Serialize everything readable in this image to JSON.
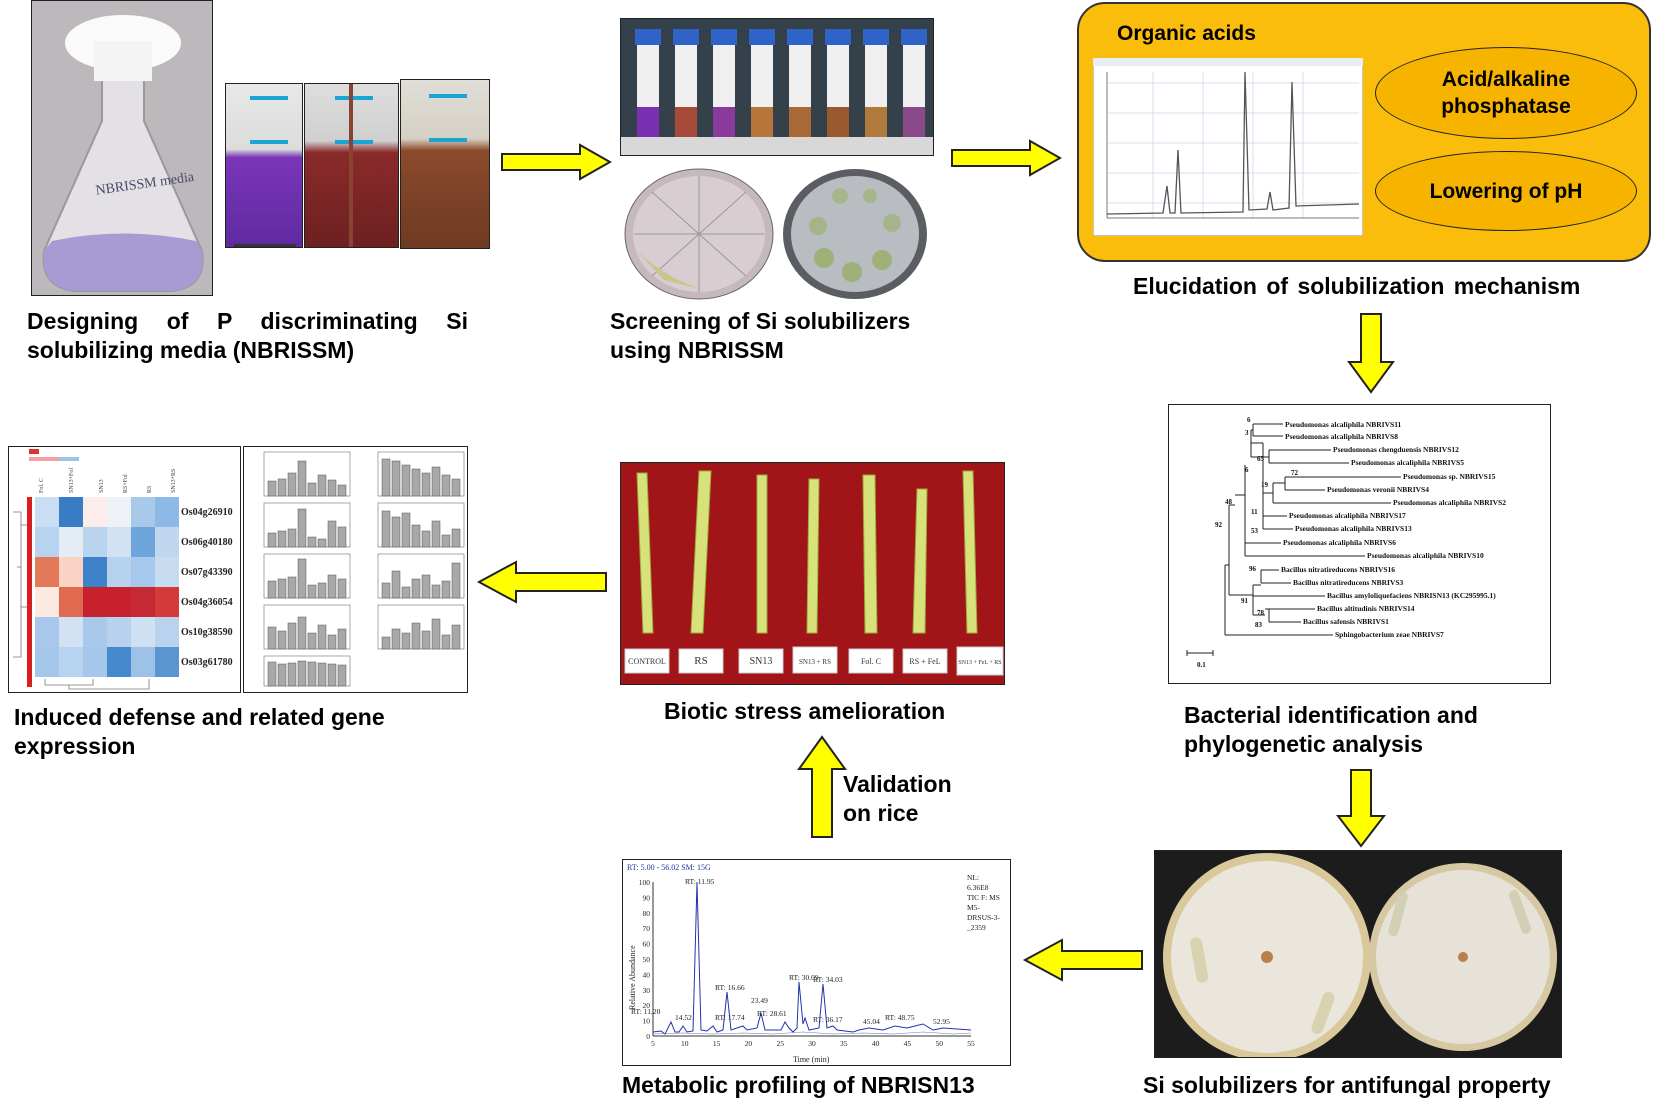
{
  "steps": {
    "media_design": {
      "caption": "Designing of P discriminating Si solubilizing media (NBRISSM)",
      "flask_label": "NBRISSM media"
    },
    "screening": {
      "caption_line1": "Screening of Si solubilizers",
      "caption_line2": "using NBRISSM"
    },
    "mechanism": {
      "caption": "Elucidation of solubilization mechanism",
      "panel_title": "Organic acids",
      "ellipse1": "Acid/alkaline phosphatase",
      "ellipse2": "Lowering of pH",
      "colors": {
        "panel_fill": "#fbbd0b",
        "ellipse_fill": "#f6b300"
      }
    },
    "phylogeny": {
      "caption_line1": "Bacterial identification and",
      "caption_line2": "phylogenetic analysis",
      "taxa": [
        "Pseudomonas alcaliphila NBRIVS11",
        "Pseudomonas alcaliphila NBRIVS8",
        "Pseudomonas chengduensis NBRIVS12",
        "Pseudomonas alcaliphila NBRIVS5",
        "Pseudomonas sp. NBRIVS15",
        "Pseudomonas veronii NBRIVS4",
        "Pseudomonas alcaliphila NBRIVS2",
        "Pseudomonas alcaliphila NBRIVS17",
        "Pseudomonas alcaliphila NBRIVS13",
        "Pseudomonas alcaliphila NBRIVS6",
        "Pseudomonas alcaliphila NBRIVS10",
        "Bacillus nitratireducens NBRIVS16",
        "Bacillus nitratireducens NBRIVS3",
        "Bacillus amyloliquefaciens NBRISN13 (KC295995.1)",
        "Bacillus altitudinis NBRIVS14",
        "Bacillus safensis NBRIVS1",
        "Sphingobacterium zeae NBRIVS7"
      ],
      "bootstrap": [
        "6",
        "3",
        "65",
        "72",
        "6",
        "19",
        "11",
        "53",
        "48",
        "92",
        "96",
        "91",
        "78",
        "83"
      ],
      "scale_label": "0.1"
    },
    "antifungal": {
      "caption": "Si solubilizers for antifungal property"
    },
    "metabolic": {
      "caption": "Metabolic profiling of NBRISN13",
      "header": "RT: 5.00 - 56.02  SM: 15G",
      "nl_lines": [
        "NL:",
        "6.36E8",
        "TIC F: MS",
        "M5-",
        "DRSUS-3-",
        "_2359"
      ],
      "y_label": "Relative Abundance",
      "x_label": "Time (min)",
      "y_ticks": [
        "100",
        "90",
        "80",
        "70",
        "60",
        "50",
        "40",
        "30",
        "20",
        "10",
        "0"
      ],
      "x_ticks": [
        "5",
        "10",
        "15",
        "20",
        "25",
        "30",
        "35",
        "40",
        "45",
        "50",
        "55"
      ],
      "peak_labels": [
        "RT: 11.95",
        "RT: 11.20",
        "14.52",
        "RT: 16.66",
        "RT: 17.74",
        "23.49",
        "RT: 28.61",
        "RT: 30.09",
        "RT: 34.03",
        "RT: 36.17",
        "45.04",
        "RT: 48.75",
        "52.95"
      ]
    },
    "validation": {
      "label_line1": "Validation",
      "label_line2": "on rice"
    },
    "biotic": {
      "caption": "Biotic stress amelioration",
      "tags": [
        "CONTROL",
        "RS",
        "SN13",
        "SN13 + RS",
        "Fol. C",
        "RS + FeL",
        "SN13 + FeL + RS"
      ]
    },
    "gene_expression": {
      "caption_line1": "Induced defense and related gene",
      "caption_line2": "expression",
      "genes": [
        "Os04g26910",
        "Os06g40180",
        "Os07g43390",
        "Os04g36054",
        "Os10g38590",
        "Os03g61780"
      ]
    }
  },
  "colors": {
    "arrow_fill": "#ffff00",
    "arrow_stroke": "#222222"
  }
}
